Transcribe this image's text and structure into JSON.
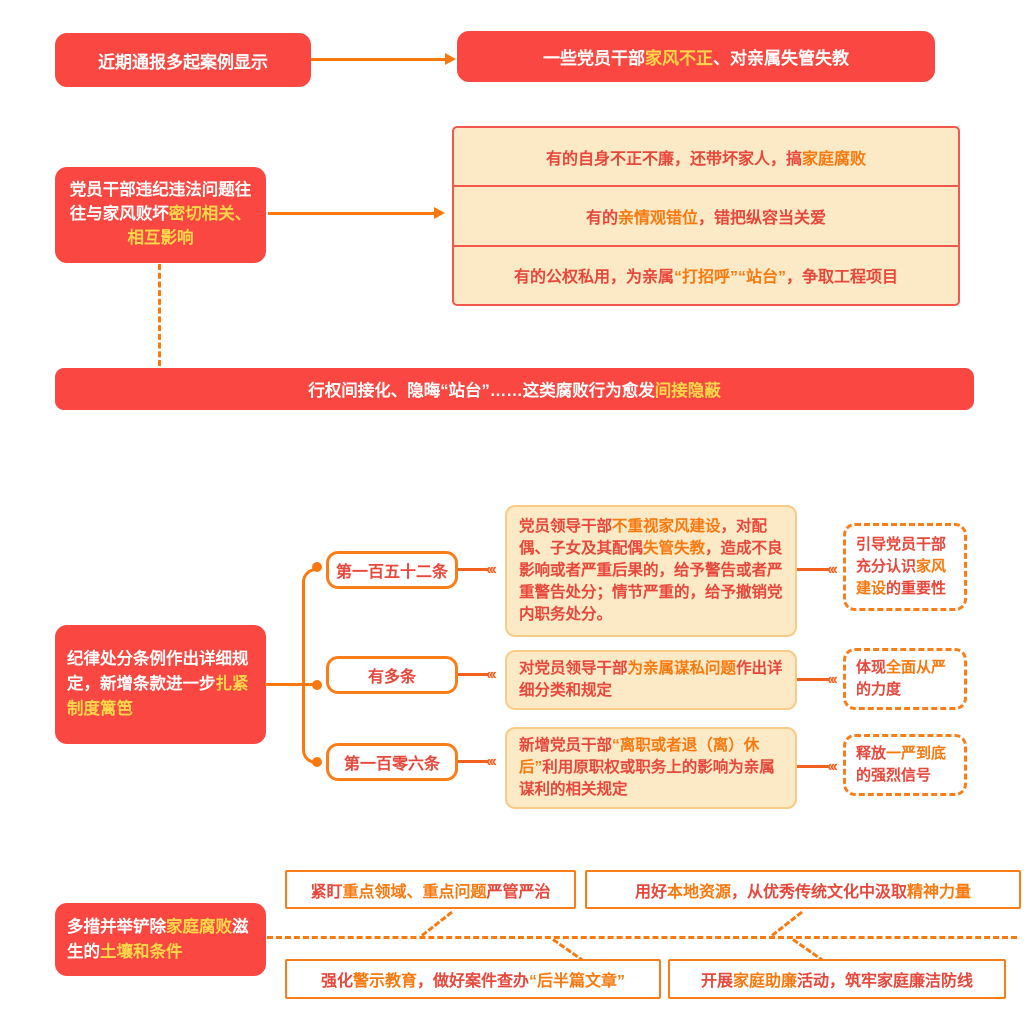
{
  "colors": {
    "red_box_bg": "#FA4741",
    "yellow_highlight": "#FFD84A",
    "orange_accent": "#F9790F",
    "crimson_text": "#E8473B",
    "cream_bg": "#FCE9C5",
    "dashed_border": "#FA7D1A"
  },
  "icons": {
    "chevron_marker": "‹‹‹"
  },
  "s1": {
    "left": [
      {
        "t": "近期通报多起案例显示",
        "c": "w"
      }
    ],
    "right": [
      {
        "t": "一些党员干部",
        "c": "w"
      },
      {
        "t": "家风不正",
        "c": "y"
      },
      {
        "t": "、对亲属失管失教",
        "c": "w"
      }
    ]
  },
  "s2": {
    "left": [
      {
        "t": "党员干部违纪违法问题往往与家风败坏",
        "c": "w"
      },
      {
        "t": "密切相关、相互影响",
        "c": "y"
      }
    ],
    "rows": [
      [
        {
          "t": "有的自身不正不廉，还带坏家人，搞",
          "c": "r"
        },
        {
          "t": "家庭腐败",
          "c": "o"
        }
      ],
      [
        {
          "t": "有的",
          "c": "r"
        },
        {
          "t": "亲情观错位",
          "c": "o"
        },
        {
          "t": "，错把纵容当关爱",
          "c": "r"
        }
      ],
      [
        {
          "t": "有的公权私用，为亲属",
          "c": "r"
        },
        {
          "t": "“打招呼”“站台”",
          "c": "o"
        },
        {
          "t": "，争取工程项目",
          "c": "r"
        }
      ]
    ],
    "banner": [
      {
        "t": "行权间接化、隐晦“站台”……这类腐败行为愈发",
        "c": "w"
      },
      {
        "t": "间接隐蔽",
        "c": "y"
      }
    ]
  },
  "s3": {
    "left": [
      {
        "t": "纪律处分条例作出详细规定，新增条款进一步",
        "c": "w"
      },
      {
        "t": "扎紧制度篱笆",
        "c": "y"
      }
    ],
    "branches": [
      {
        "label": [
          {
            "t": "第一百五十二条",
            "c": "r"
          }
        ],
        "content": [
          {
            "t": "党员领导干部",
            "c": "r"
          },
          {
            "t": "不重视家风建设",
            "c": "o"
          },
          {
            "t": "，对配偶、子女及其配偶",
            "c": "r"
          },
          {
            "t": "失管失教",
            "c": "o"
          },
          {
            "t": "，造成不良影响或者严重后果的，给予警告或者严重警告处分；情节严重的，给予撤销党内职务处分。",
            "c": "r"
          }
        ],
        "note": [
          {
            "t": "引导党员干部充分认识",
            "c": "r"
          },
          {
            "t": "家风建设",
            "c": "o"
          },
          {
            "t": "的重要性",
            "c": "r"
          }
        ]
      },
      {
        "label": [
          {
            "t": "有多条",
            "c": "r"
          }
        ],
        "content": [
          {
            "t": "对党员领导干部",
            "c": "r"
          },
          {
            "t": "为亲属谋私问题",
            "c": "o"
          },
          {
            "t": "作出详细分类和规定",
            "c": "r"
          }
        ],
        "note": [
          {
            "t": "体现",
            "c": "r"
          },
          {
            "t": "全面从严",
            "c": "o"
          },
          {
            "t": "的力度",
            "c": "r"
          }
        ]
      },
      {
        "label": [
          {
            "t": "第一百零六条",
            "c": "r"
          }
        ],
        "content": [
          {
            "t": "新增党员干部",
            "c": "r"
          },
          {
            "t": "“离职或者退（离）休后”",
            "c": "o"
          },
          {
            "t": "利用原职权或职务上的影响为亲属谋利的相关规定",
            "c": "r"
          }
        ],
        "note": [
          {
            "t": "释放",
            "c": "r"
          },
          {
            "t": "一严到底",
            "c": "o"
          },
          {
            "t": "的强烈信号",
            "c": "r"
          }
        ]
      }
    ]
  },
  "s4": {
    "left": [
      {
        "t": "多措并举铲除",
        "c": "w"
      },
      {
        "t": "家庭腐败",
        "c": "y"
      },
      {
        "t": "滋生的",
        "c": "w"
      },
      {
        "t": "土壤和条件",
        "c": "y"
      }
    ],
    "boxes": [
      [
        {
          "t": "紧盯",
          "c": "r"
        },
        {
          "t": "重点领域、重点问题",
          "c": "o"
        },
        {
          "t": "严管严治",
          "c": "r"
        }
      ],
      [
        {
          "t": "用好",
          "c": "r"
        },
        {
          "t": "本地资源",
          "c": "o"
        },
        {
          "t": "，从优秀传统文化中汲取",
          "c": "r"
        },
        {
          "t": "精神力量",
          "c": "o"
        }
      ],
      [
        {
          "t": "强化",
          "c": "r"
        },
        {
          "t": "警示教育",
          "c": "o"
        },
        {
          "t": "，做好案件查办",
          "c": "r"
        },
        {
          "t": "“后半篇文章”",
          "c": "o"
        }
      ],
      [
        {
          "t": "开展",
          "c": "r"
        },
        {
          "t": "家庭助廉",
          "c": "o"
        },
        {
          "t": "活动，筑牢家庭廉洁防线",
          "c": "r"
        }
      ]
    ]
  }
}
